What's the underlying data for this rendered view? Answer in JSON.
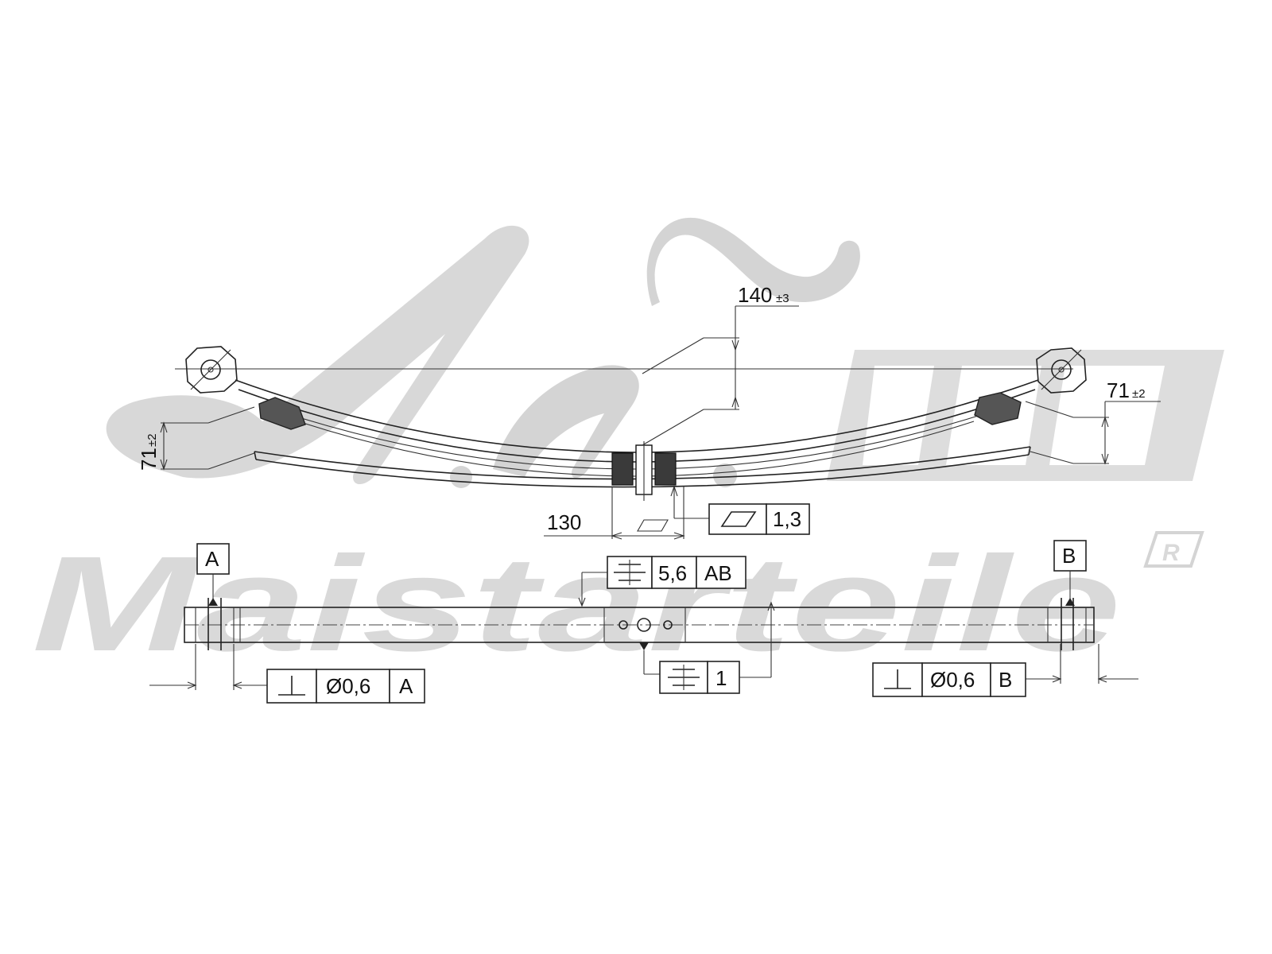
{
  "watermark": {
    "brand": "Maistarteile",
    "initials": "A.M.",
    "registered_mark": "R",
    "color": "#d4d4d4"
  },
  "spring_view": {
    "camber_value": "140",
    "camber_tolerance": "±3",
    "left_height_value": "71",
    "left_height_tolerance": "±2",
    "right_height_value": "71",
    "right_height_tolerance": "±2",
    "center_width": "130",
    "flatness_value": "1,3"
  },
  "plan_view": {
    "datum_a": "A",
    "datum_b": "B",
    "symmetry_top_value": "5,6",
    "symmetry_top_ref": "AB",
    "symmetry_center_value": "1",
    "perp_left_value": "Ø0,6",
    "perp_left_ref": "A",
    "perp_right_value": "Ø0,6",
    "perp_right_ref": "B"
  }
}
